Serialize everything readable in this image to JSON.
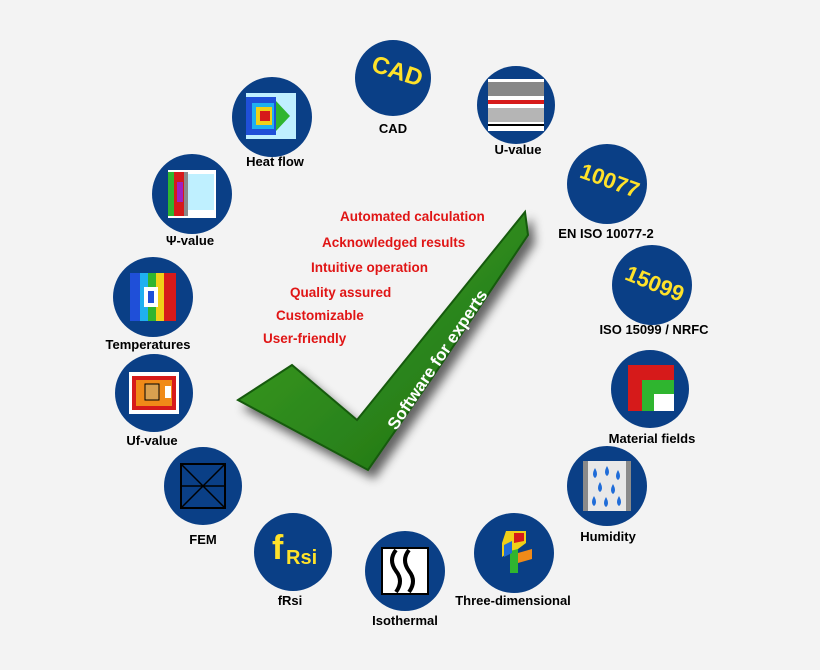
{
  "slogan": "Software for experts",
  "features": [
    "Automated calculation",
    "Acknowledged results",
    "Intuitive operation",
    "Quality assured",
    "Customizable",
    "User-friendly"
  ],
  "modules": [
    {
      "label": "CAD",
      "icon": "cad-icon"
    },
    {
      "label": "U-value",
      "icon": "u-value-icon"
    },
    {
      "label": "EN ISO 10077-2",
      "icon": "iso-10077-icon"
    },
    {
      "label": "ISO 15099 / NRFC",
      "icon": "iso-15099-icon"
    },
    {
      "label": "Material fields",
      "icon": "material-fields-icon"
    },
    {
      "label": "Humidity",
      "icon": "humidity-icon"
    },
    {
      "label": "Three-dimensional",
      "icon": "three-dimensional-icon"
    },
    {
      "label": "Isothermal",
      "icon": "isothermal-icon"
    },
    {
      "label": "fRsi",
      "icon": "frsi-icon"
    },
    {
      "label": "FEM",
      "icon": "fem-icon"
    },
    {
      "label": "Uf-value",
      "icon": "uf-value-icon"
    },
    {
      "label": "Temperatures",
      "icon": "temperatures-icon"
    },
    {
      "label": "Ψ-value",
      "icon": "psi-value-icon"
    },
    {
      "label": "Heat flow",
      "icon": "heat-flow-icon"
    }
  ],
  "icon_text": {
    "cad": "CAD",
    "iso_10077": "10077",
    "iso_15099": "15099",
    "frsi_f": "f",
    "frsi_sub": "Rsi"
  },
  "colors": {
    "circle": "#0a3f86",
    "check": "#2f8f1d",
    "feature_text": "#e01515",
    "icon_text": "#ffe22a"
  }
}
